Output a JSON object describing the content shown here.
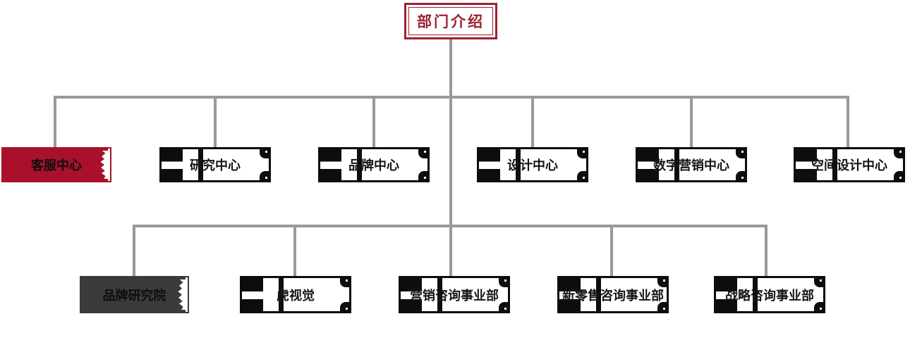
{
  "colors": {
    "accent_red": "#a8102c",
    "dark_gray": "#3b3b3b",
    "root_red": "#9e2231",
    "ink_black": "#0d0d0d",
    "line_gray": "#999999"
  },
  "org_chart": {
    "root": {
      "label": "部门介绍"
    },
    "level1": [
      {
        "label": "客服中心",
        "style": "highlight-red"
      },
      {
        "label": "研究中心",
        "style": "ink"
      },
      {
        "label": "品牌中心",
        "style": "ink"
      },
      {
        "label": "设计中心",
        "style": "ink"
      },
      {
        "label": "数字营销中心",
        "style": "ink"
      },
      {
        "label": "空间设计中心",
        "style": "ink"
      }
    ],
    "level2": [
      {
        "label": "品牌研究院",
        "style": "highlight-dark"
      },
      {
        "label": "虎视觉",
        "style": "ink"
      },
      {
        "label": "营销咨询事业部",
        "style": "ink"
      },
      {
        "label": "新零售咨询事业部",
        "style": "ink"
      },
      {
        "label": "战略咨询事业部",
        "style": "ink"
      }
    ]
  }
}
